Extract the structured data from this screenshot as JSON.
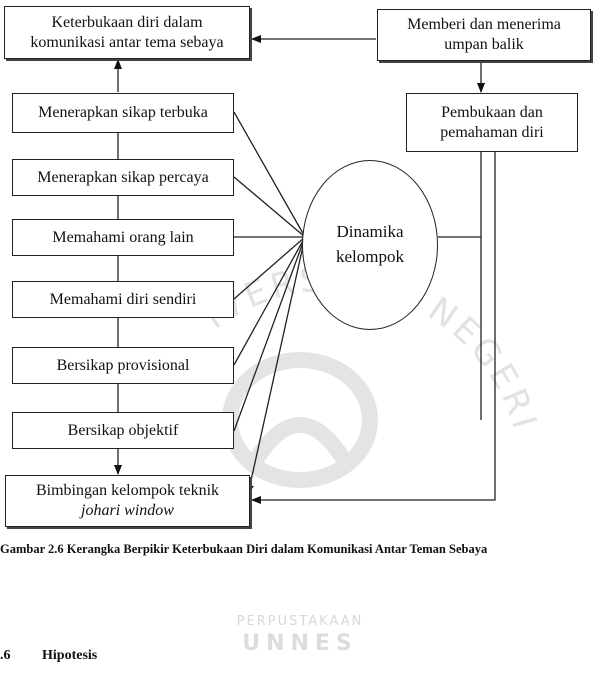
{
  "watermark": {
    "arc_text": "IVERSITAS NEGERI SEMARANG",
    "library_label": "PERPUSTAKAAN",
    "brand": "UNNES"
  },
  "diagram": {
    "boxes": {
      "keterbukaan": {
        "line1": "Keterbukaan diri dalam",
        "line2": "komunikasi antar tema sebaya"
      },
      "memberi": {
        "line1": "Memberi dan menerima",
        "line2": "umpan balik"
      },
      "pembukaan": {
        "line1": "Pembukaan dan",
        "line2": "pemahaman diri"
      },
      "menerapkan_terbuka": "Menerapkan sikap terbuka",
      "menerapkan_percaya": "Menerapkan sikap percaya",
      "memahami_orang": "Memahami orang lain",
      "memahami_diri": "Memahami diri sendiri",
      "provisional": "Bersikap provisional",
      "objektif": "Bersikap objektif",
      "bimbingan": {
        "line1": "Bimbingan kelompok teknik",
        "line2": "johari window"
      }
    },
    "ellipse": {
      "line1": "Dinamika",
      "line2": "kelompok"
    }
  },
  "caption": "Gambar 2.6 Kerangka Berpikir Keterbukaan Diri dalam Komunikasi Antar Teman Sebaya",
  "section": {
    "number": ".6",
    "title": "Hipotesis"
  }
}
